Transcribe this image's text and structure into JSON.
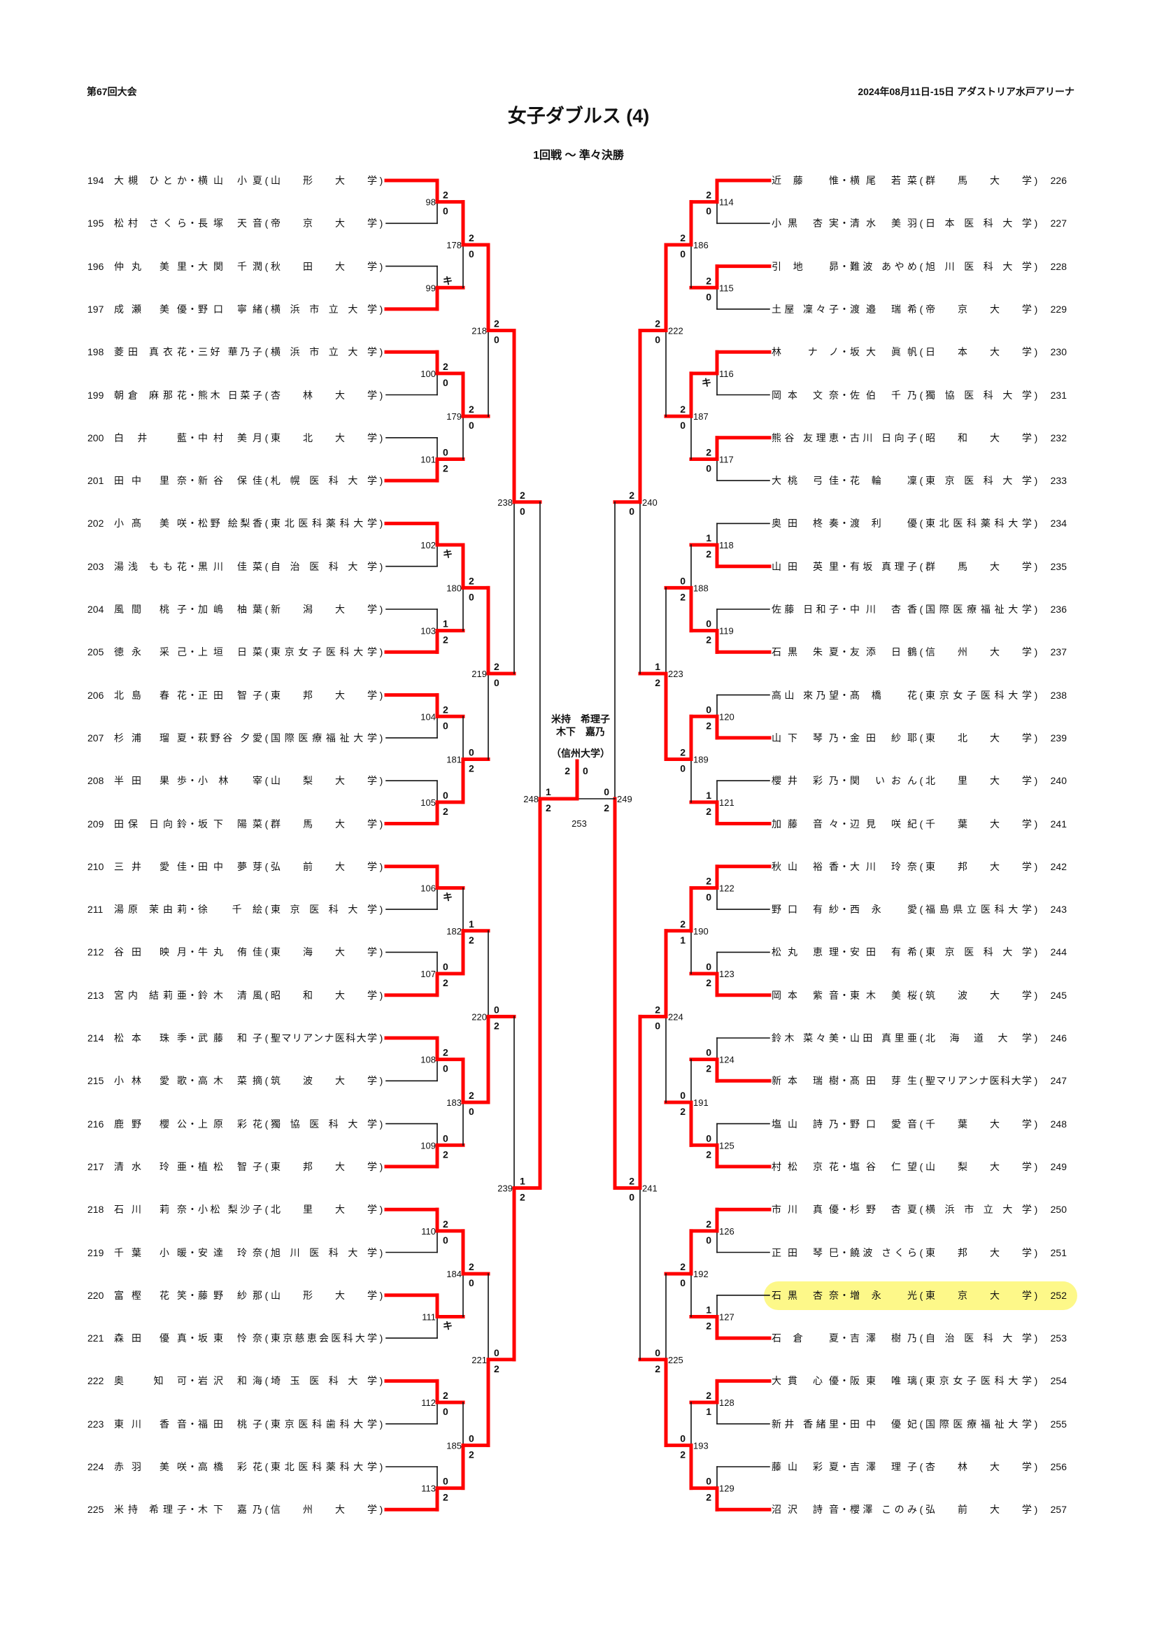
{
  "header": {
    "event": "第67回大会",
    "date_venue": "2024年08月11日-15日  アダストリア水戸アリーナ",
    "title": "女子ダブルス (4)",
    "subtitle": "1回戦  ～  準々決勝"
  },
  "colors": {
    "winner_line": "#ff0000",
    "loser_line": "#111111",
    "highlight": "#fdf889"
  },
  "highlighted_entry": "252",
  "left": {
    "entries": [
      {
        "no": "194",
        "p1": "大槻 ひとか",
        "p2": "横山 小夏",
        "univ": "山形大学"
      },
      {
        "no": "195",
        "p1": "松村 さくら",
        "p2": "長塚 天音",
        "univ": "帝京大学"
      },
      {
        "no": "196",
        "p1": "仲丸 美里",
        "p2": "大関 千潤",
        "univ": "秋田大学"
      },
      {
        "no": "197",
        "p1": "成瀬 美優",
        "p2": "野口 寧緒",
        "univ": "横浜市立大学"
      },
      {
        "no": "198",
        "p1": "菱田 真衣花",
        "p2": "三好 華乃子",
        "univ": "横浜市立大学"
      },
      {
        "no": "199",
        "p1": "朝倉 麻那花",
        "p2": "熊木 日菜子",
        "univ": "杏林大学"
      },
      {
        "no": "200",
        "p1": "白井 藍",
        "p2": "中村 美月",
        "univ": "東北大学"
      },
      {
        "no": "201",
        "p1": "田中 里奈",
        "p2": "新谷 保佳",
        "univ": "札幌医科大学"
      },
      {
        "no": "202",
        "p1": "小髙 美咲",
        "p2": "松野 絵梨香",
        "univ": "東北医科薬科大学"
      },
      {
        "no": "203",
        "p1": "湯浅 もも花",
        "p2": "黒川 佳菜",
        "univ": "自治医科大学"
      },
      {
        "no": "204",
        "p1": "風間 桃子",
        "p2": "加嶋 柚葉",
        "univ": "新潟大学"
      },
      {
        "no": "205",
        "p1": "徳永 采己",
        "p2": "上垣 日菜",
        "univ": "東京女子医科大学"
      },
      {
        "no": "206",
        "p1": "北島 春花",
        "p2": "正田 智子",
        "univ": "東邦大学"
      },
      {
        "no": "207",
        "p1": "杉浦 瑠夏",
        "p2": "萩野谷 夕愛",
        "univ": "国際医療福祉大学"
      },
      {
        "no": "208",
        "p1": "半田 果歩",
        "p2": "小林 宰",
        "univ": "山梨大学"
      },
      {
        "no": "209",
        "p1": "田保 日向鈴",
        "p2": "坂下 陽菜",
        "univ": "群馬大学"
      },
      {
        "no": "210",
        "p1": "三井 愛佳",
        "p2": "田中 夢芽",
        "univ": "弘前大学"
      },
      {
        "no": "211",
        "p1": "湯原 茉由莉",
        "p2": "徐 千絵",
        "univ": "東京医科大学"
      },
      {
        "no": "212",
        "p1": "谷田 映月",
        "p2": "牛丸 侑佳",
        "univ": "東海大学"
      },
      {
        "no": "213",
        "p1": "宮内 結莉亜",
        "p2": "鈴木 清風",
        "univ": "昭和大学"
      },
      {
        "no": "214",
        "p1": "松本 珠季",
        "p2": "武藤 和子",
        "univ": "聖マリアンナ医科大学"
      },
      {
        "no": "215",
        "p1": "小林 愛歌",
        "p2": "高木 菜摘",
        "univ": "筑波大学"
      },
      {
        "no": "216",
        "p1": "鹿野 櫻公",
        "p2": "上原 彩花",
        "univ": "獨協医科大学"
      },
      {
        "no": "217",
        "p1": "清水 玲亜",
        "p2": "植松 智子",
        "univ": "東邦大学"
      },
      {
        "no": "218",
        "p1": "石川 莉奈",
        "p2": "小松 梨沙子",
        "univ": "北里大学"
      },
      {
        "no": "219",
        "p1": "千葉 小暖",
        "p2": "安達 玲奈",
        "univ": "旭川医科大学"
      },
      {
        "no": "220",
        "p1": "富樫 花笑",
        "p2": "藤野 紗那",
        "univ": "山形大学"
      },
      {
        "no": "221",
        "p1": "森田 優真",
        "p2": "坂東 怜奈",
        "univ": "東京慈恵会医科大学"
      },
      {
        "no": "222",
        "p1": "奥 知可",
        "p2": "岩沢 和海",
        "univ": "埼玉医科大学"
      },
      {
        "no": "223",
        "p1": "東川 香音",
        "p2": "福田 桃子",
        "univ": "東京医科歯科大学"
      },
      {
        "no": "224",
        "p1": "赤羽 美咲",
        "p2": "高橋 彩花",
        "univ": "東北医科薬科大学"
      },
      {
        "no": "225",
        "p1": "米持 希理子",
        "p2": "木下 嘉乃",
        "univ": "信州大学"
      }
    ],
    "rounds": [
      [
        {
          "no": "98",
          "top": "2",
          "bottom": "0",
          "winner": "top"
        },
        {
          "no": "99",
          "top": "キ",
          "bottom": "",
          "winner": "bottom"
        },
        {
          "no": "100",
          "top": "2",
          "bottom": "0",
          "winner": "top"
        },
        {
          "no": "101",
          "top": "0",
          "bottom": "2",
          "winner": "bottom"
        },
        {
          "no": "102",
          "top": "",
          "bottom": "キ",
          "winner": "top"
        },
        {
          "no": "103",
          "top": "1",
          "bottom": "2",
          "winner": "bottom"
        },
        {
          "no": "104",
          "top": "2",
          "bottom": "0",
          "winner": "top"
        },
        {
          "no": "105",
          "top": "0",
          "bottom": "2",
          "winner": "bottom"
        },
        {
          "no": "106",
          "top": "",
          "bottom": "キ",
          "winner": "top"
        },
        {
          "no": "107",
          "top": "0",
          "bottom": "2",
          "winner": "bottom"
        },
        {
          "no": "108",
          "top": "2",
          "bottom": "0",
          "winner": "top"
        },
        {
          "no": "109",
          "top": "0",
          "bottom": "2",
          "winner": "bottom"
        },
        {
          "no": "110",
          "top": "2",
          "bottom": "0",
          "winner": "top"
        },
        {
          "no": "111",
          "top": "",
          "bottom": "キ",
          "winner": "top"
        },
        {
          "no": "112",
          "top": "2",
          "bottom": "0",
          "winner": "top"
        },
        {
          "no": "113",
          "top": "0",
          "bottom": "2",
          "winner": "bottom"
        }
      ],
      [
        {
          "no": "178",
          "top": "2",
          "bottom": "0",
          "winner": "top"
        },
        {
          "no": "179",
          "top": "2",
          "bottom": "0",
          "winner": "top"
        },
        {
          "no": "180",
          "top": "2",
          "bottom": "0",
          "winner": "top"
        },
        {
          "no": "181",
          "top": "0",
          "bottom": "2",
          "winner": "bottom"
        },
        {
          "no": "182",
          "top": "1",
          "bottom": "2",
          "winner": "bottom"
        },
        {
          "no": "183",
          "top": "2",
          "bottom": "0",
          "winner": "top"
        },
        {
          "no": "184",
          "top": "2",
          "bottom": "0",
          "winner": "top"
        },
        {
          "no": "185",
          "top": "0",
          "bottom": "2",
          "winner": "bottom"
        }
      ],
      [
        {
          "no": "218",
          "top": "2",
          "bottom": "0",
          "winner": "top"
        },
        {
          "no": "219",
          "top": "2",
          "bottom": "0",
          "winner": "top"
        },
        {
          "no": "220",
          "top": "0",
          "bottom": "2",
          "winner": "bottom"
        },
        {
          "no": "221",
          "top": "0",
          "bottom": "2",
          "winner": "bottom"
        }
      ],
      [
        {
          "no": "238",
          "top": "2",
          "bottom": "0",
          "winner": "top"
        },
        {
          "no": "239",
          "top": "1",
          "bottom": "2",
          "winner": "bottom"
        }
      ],
      [
        {
          "no": "248",
          "top": "1",
          "bottom": "2",
          "winner": "bottom"
        }
      ]
    ]
  },
  "right": {
    "entries": [
      {
        "no": "226",
        "p1": "近藤 惟",
        "p2": "横尾 若菜",
        "univ": "群馬大学"
      },
      {
        "no": "227",
        "p1": "小黒 杏実",
        "p2": "清水 美羽",
        "univ": "日本医科大学"
      },
      {
        "no": "228",
        "p1": "引地 昴",
        "p2": "難波 あやめ",
        "univ": "旭川医科大学"
      },
      {
        "no": "229",
        "p1": "土屋 凜々子",
        "p2": "渡邉 瑞希",
        "univ": "帝京大学"
      },
      {
        "no": "230",
        "p1": "林 ナノ",
        "p2": "坂大 眞帆",
        "univ": "日本大学"
      },
      {
        "no": "231",
        "p1": "岡本 文奈",
        "p2": "佐伯 千乃",
        "univ": "獨協医科大学"
      },
      {
        "no": "232",
        "p1": "熊谷 友理恵",
        "p2": "古川 日向子",
        "univ": "昭和大学"
      },
      {
        "no": "233",
        "p1": "大桃 弓佳",
        "p2": "花輪 凜",
        "univ": "東京医科大学"
      },
      {
        "no": "234",
        "p1": "奥田 柊奏",
        "p2": "渡利 優",
        "univ": "東北医科薬科大学"
      },
      {
        "no": "235",
        "p1": "山田 英里",
        "p2": "有坂 真理子",
        "univ": "群馬大学"
      },
      {
        "no": "236",
        "p1": "佐藤 日和子",
        "p2": "中川 杏香",
        "univ": "国際医療福祉大学"
      },
      {
        "no": "237",
        "p1": "石黒 朱夏",
        "p2": "友添 日鶴",
        "univ": "信州大学"
      },
      {
        "no": "238",
        "p1": "高山 來乃望",
        "p2": "髙橋 花",
        "univ": "東京女子医科大学"
      },
      {
        "no": "239",
        "p1": "山下 琴乃",
        "p2": "金田 紗耶",
        "univ": "東北大学"
      },
      {
        "no": "240",
        "p1": "櫻井 彩乃",
        "p2": "関 いおん",
        "univ": "北里大学"
      },
      {
        "no": "241",
        "p1": "加藤 音々",
        "p2": "辺見 咲紀",
        "univ": "千葉大学"
      },
      {
        "no": "242",
        "p1": "秋山 裕香",
        "p2": "大川 玲奈",
        "univ": "東邦大学"
      },
      {
        "no": "243",
        "p1": "野口 有紗",
        "p2": "西永 愛",
        "univ": "福島県立医科大学"
      },
      {
        "no": "244",
        "p1": "松丸 恵理",
        "p2": "安田 有希",
        "univ": "東京医科大学"
      },
      {
        "no": "245",
        "p1": "岡本 紫音",
        "p2": "東木 美桜",
        "univ": "筑波大学"
      },
      {
        "no": "246",
        "p1": "鈴木 菜々美",
        "p2": "山田 真里亜",
        "univ": "北海道大学"
      },
      {
        "no": "247",
        "p1": "新本 瑞樹",
        "p2": "髙田 芽生",
        "univ": "聖マリアンナ医科大学"
      },
      {
        "no": "248",
        "p1": "塩山 詩乃",
        "p2": "野口 愛音",
        "univ": "千葉大学"
      },
      {
        "no": "249",
        "p1": "村松 京花",
        "p2": "塩谷 仁望",
        "univ": "山梨大学"
      },
      {
        "no": "250",
        "p1": "市川 真優",
        "p2": "杉野 杏夏",
        "univ": "横浜市立大学"
      },
      {
        "no": "251",
        "p1": "正田 琴巳",
        "p2": "饒波 さくら",
        "univ": "東邦大学"
      },
      {
        "no": "252",
        "p1": "石黒 杏奈",
        "p2": "増永 光",
        "univ": "東京大学"
      },
      {
        "no": "253",
        "p1": "石倉 夏",
        "p2": "吉澤 樹乃",
        "univ": "自治医科大学"
      },
      {
        "no": "254",
        "p1": "大貫 心優",
        "p2": "阪東 唯璃",
        "univ": "東京女子医科大学"
      },
      {
        "no": "255",
        "p1": "新井 香緒里",
        "p2": "田中 優妃",
        "univ": "国際医療福祉大学"
      },
      {
        "no": "256",
        "p1": "藤山 彩夏",
        "p2": "吉澤 理子",
        "univ": "杏林大学"
      },
      {
        "no": "257",
        "p1": "沼沢 詩音",
        "p2": "櫻澤 このみ",
        "univ": "弘前大学"
      }
    ],
    "rounds": [
      [
        {
          "no": "114",
          "top": "2",
          "bottom": "0",
          "winner": "top"
        },
        {
          "no": "115",
          "top": "2",
          "bottom": "0",
          "winner": "top"
        },
        {
          "no": "116",
          "top": "",
          "bottom": "キ",
          "winner": "top"
        },
        {
          "no": "117",
          "top": "2",
          "bottom": "0",
          "winner": "top"
        },
        {
          "no": "118",
          "top": "1",
          "bottom": "2",
          "winner": "bottom"
        },
        {
          "no": "119",
          "top": "0",
          "bottom": "2",
          "winner": "bottom"
        },
        {
          "no": "120",
          "top": "0",
          "bottom": "2",
          "winner": "bottom"
        },
        {
          "no": "121",
          "top": "1",
          "bottom": "2",
          "winner": "bottom"
        },
        {
          "no": "122",
          "top": "2",
          "bottom": "0",
          "winner": "top"
        },
        {
          "no": "123",
          "top": "0",
          "bottom": "2",
          "winner": "bottom"
        },
        {
          "no": "124",
          "top": "0",
          "bottom": "2",
          "winner": "bottom"
        },
        {
          "no": "125",
          "top": "0",
          "bottom": "2",
          "winner": "bottom"
        },
        {
          "no": "126",
          "top": "2",
          "bottom": "0",
          "winner": "top"
        },
        {
          "no": "127",
          "top": "1",
          "bottom": "2",
          "winner": "bottom"
        },
        {
          "no": "128",
          "top": "2",
          "bottom": "1",
          "winner": "top"
        },
        {
          "no": "129",
          "top": "0",
          "bottom": "2",
          "winner": "bottom"
        }
      ],
      [
        {
          "no": "186",
          "top": "2",
          "bottom": "0",
          "winner": "top"
        },
        {
          "no": "187",
          "top": "2",
          "bottom": "0",
          "winner": "top"
        },
        {
          "no": "188",
          "top": "0",
          "bottom": "2",
          "winner": "bottom"
        },
        {
          "no": "189",
          "top": "2",
          "bottom": "0",
          "winner": "top"
        },
        {
          "no": "190",
          "top": "2",
          "bottom": "1",
          "winner": "top"
        },
        {
          "no": "191",
          "top": "0",
          "bottom": "2",
          "winner": "bottom"
        },
        {
          "no": "192",
          "top": "2",
          "bottom": "0",
          "winner": "top"
        },
        {
          "no": "193",
          "top": "0",
          "bottom": "2",
          "winner": "bottom"
        }
      ],
      [
        {
          "no": "222",
          "top": "2",
          "bottom": "0",
          "winner": "top"
        },
        {
          "no": "223",
          "top": "1",
          "bottom": "2",
          "winner": "bottom"
        },
        {
          "no": "224",
          "top": "2",
          "bottom": "0",
          "winner": "top"
        },
        {
          "no": "225",
          "top": "0",
          "bottom": "2",
          "winner": "bottom"
        }
      ],
      [
        {
          "no": "240",
          "top": "2",
          "bottom": "0",
          "winner": "top"
        },
        {
          "no": "241",
          "top": "2",
          "bottom": "0",
          "winner": "top"
        }
      ],
      [
        {
          "no": "249",
          "top": "0",
          "bottom": "2",
          "winner": "bottom"
        }
      ]
    ]
  },
  "final": {
    "no": "253",
    "left_score": "2",
    "right_score": "0",
    "winner": "left",
    "champion_line1": "米持　希理子",
    "champion_line2": "木下　嘉乃",
    "champion_univ": "（信州大学）"
  }
}
